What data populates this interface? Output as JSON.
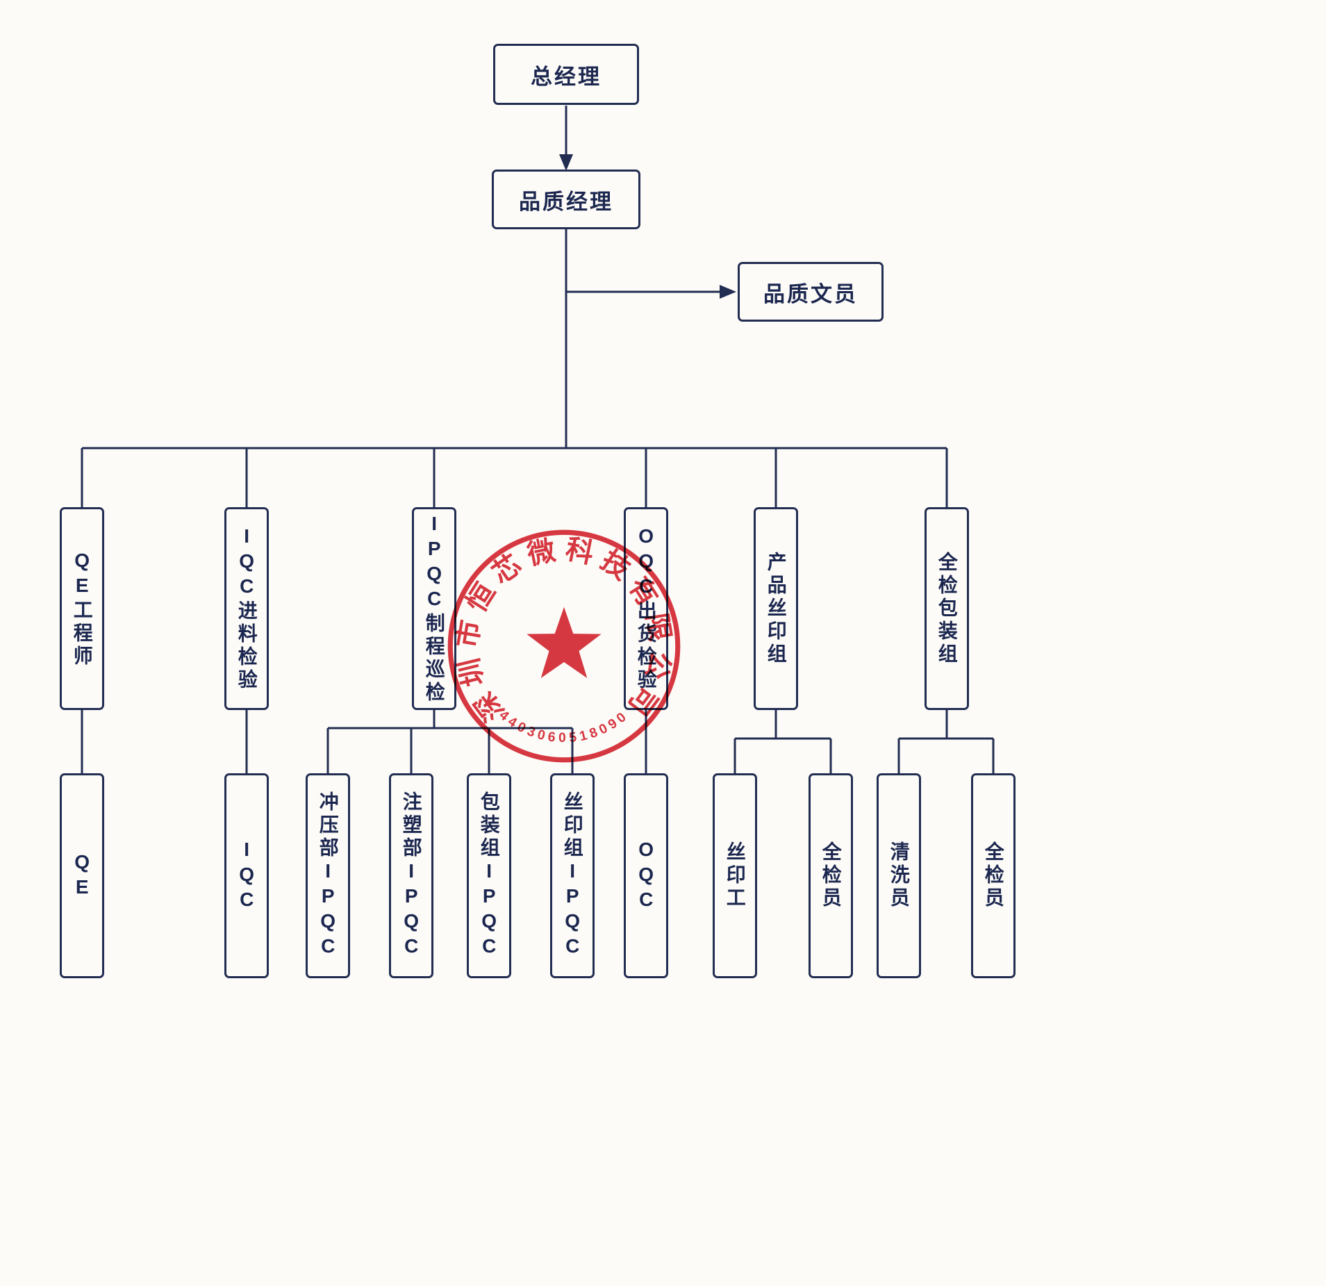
{
  "colors": {
    "line": "#222d52",
    "stamp": "#d5232e",
    "background": "#fcfbf7"
  },
  "nodes": {
    "general_manager": "总经理",
    "quality_manager": "品质经理",
    "quality_clerk": "品质文员",
    "qe_engineer": "QE工程师",
    "iqc_incoming": "IQC进料检验",
    "ipqc_process": "IPQC制程巡检",
    "oqc_outgoing": "OQC出货检验",
    "silkscreen_group": "产品丝印组",
    "inspection_packing_group": "全检包装组",
    "qe": "QE",
    "iqc": "IQC",
    "stamping_ipqc": "冲压部IPQC",
    "molding_ipqc": "注塑部IPQC",
    "packing_ipqc": "包装组IPQC",
    "silkscreen_ipqc": "丝印组IPQC",
    "oqc": "OQC",
    "silkscreen_worker": "丝印工",
    "full_inspector_silkscreen": "全检员",
    "cleaner": "清洗员",
    "full_inspector_packing": "全检员"
  },
  "stamp": {
    "company": "深圳市恒芯微科技有限公司",
    "serial": "4403060518090"
  }
}
